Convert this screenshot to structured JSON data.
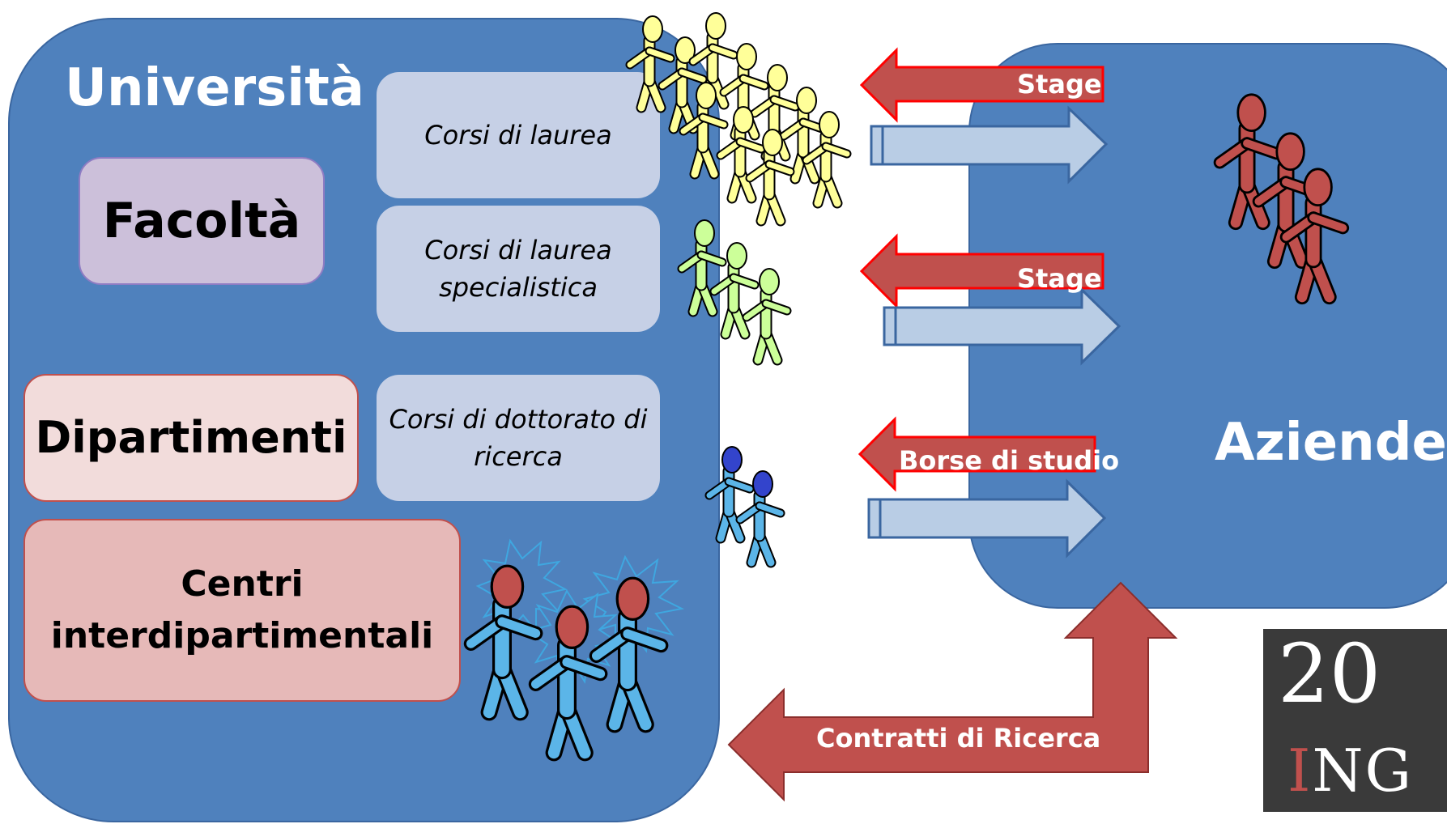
{
  "university": {
    "title": "Università",
    "facolta": "Facoltà",
    "dipartimenti": "Dipartimenti",
    "centri": "Centri\ninterdipartimentali",
    "courses": [
      "Corsi di laurea",
      "Corsi di laurea\nspecialistica",
      "Corsi di dottorato di\nricerca"
    ]
  },
  "aziende": {
    "title": "Aziende"
  },
  "flows": {
    "stage_1": "Stage",
    "stage_2": "Stage",
    "borse": "Borse di studio",
    "contratti": "Contratti di Ricerca"
  },
  "logo": {
    "number": "20",
    "text": "ING",
    "icon": "rose-window-icon"
  },
  "colors": {
    "panel_blue": "#4f81bd",
    "arrow_red": "#c0504d",
    "arrow_light_blue": "#b9cde5",
    "undergrad_figures": "#ffff99",
    "specialist_figures": "#ccff99",
    "phd_figures": "#5bb5e8",
    "researcher_figures": "#5bb5e8",
    "company_figures": "#c0504d"
  }
}
